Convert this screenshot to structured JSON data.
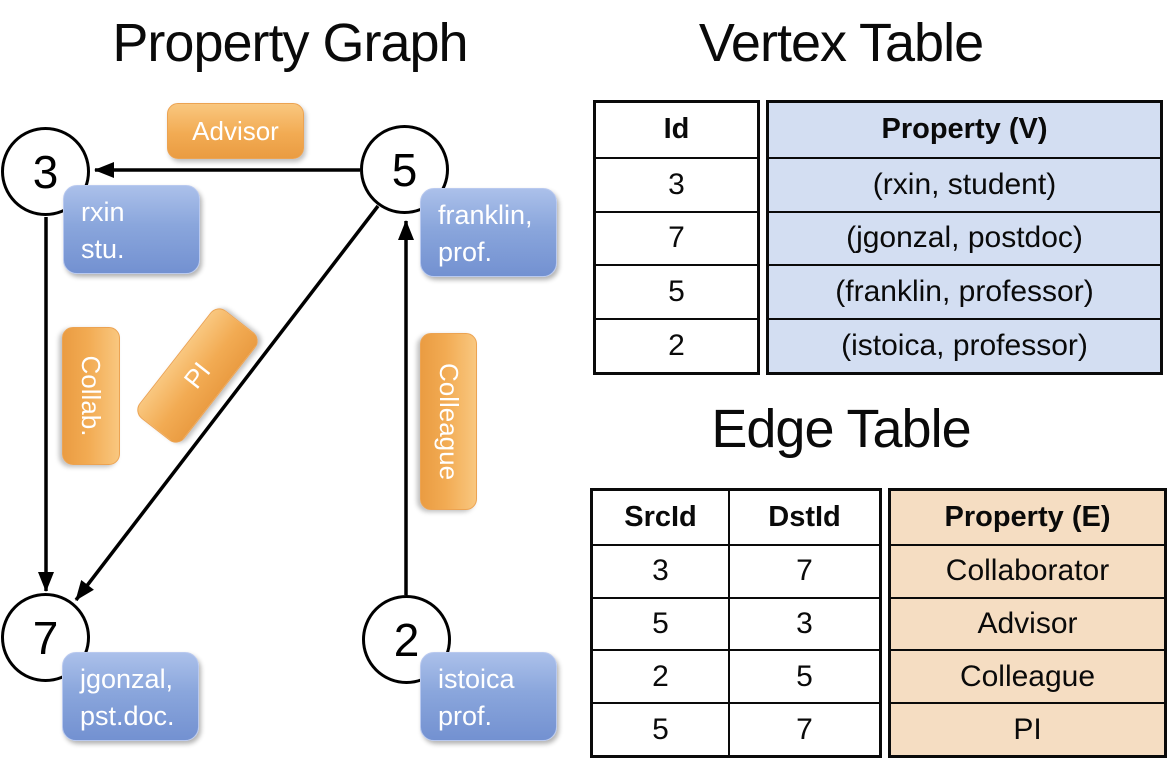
{
  "titles": {
    "graph": "Property Graph",
    "vertex": "Vertex Table",
    "edge": "Edge Table"
  },
  "graph": {
    "nodes": [
      {
        "id": "3",
        "prop1": "rxin",
        "prop2": "stu."
      },
      {
        "id": "5",
        "prop1": "franklin,",
        "prop2": "prof."
      },
      {
        "id": "7",
        "prop1": "jgonzal,",
        "prop2": "pst.doc."
      },
      {
        "id": "2",
        "prop1": "istoica",
        "prop2": "prof."
      }
    ],
    "edge_labels": {
      "advisor": "Advisor",
      "collab": "Collab.",
      "pi": "PI",
      "colleague": "Colleague"
    }
  },
  "vertex_table": {
    "headers": {
      "id": "Id",
      "property": "Property (V)"
    },
    "rows": [
      {
        "id": "3",
        "property": "(rxin, student)"
      },
      {
        "id": "7",
        "property": "(jgonzal, postdoc)"
      },
      {
        "id": "5",
        "property": "(franklin, professor)"
      },
      {
        "id": "2",
        "property": "(istoica, professor)"
      }
    ]
  },
  "edge_table": {
    "headers": {
      "src": "SrcId",
      "dst": "DstId",
      "property": "Property (E)"
    },
    "rows": [
      {
        "src": "3",
        "dst": "7",
        "property": "Collaborator"
      },
      {
        "src": "5",
        "dst": "3",
        "property": "Advisor"
      },
      {
        "src": "2",
        "dst": "5",
        "property": "Colleague"
      },
      {
        "src": "5",
        "dst": "7",
        "property": "PI"
      }
    ]
  },
  "colors": {
    "node_fill": "#ffffff",
    "edge_stroke": "#000000",
    "blue_box_top": "#abc0ea",
    "blue_box_bottom": "#7391d1",
    "orange_box_top": "#f9c77f",
    "orange_box_bottom": "#ea9c42",
    "vertex_property_bg": "#d3def2",
    "edge_property_bg": "#f5ddc2",
    "table_border": "#0a0a0a"
  }
}
